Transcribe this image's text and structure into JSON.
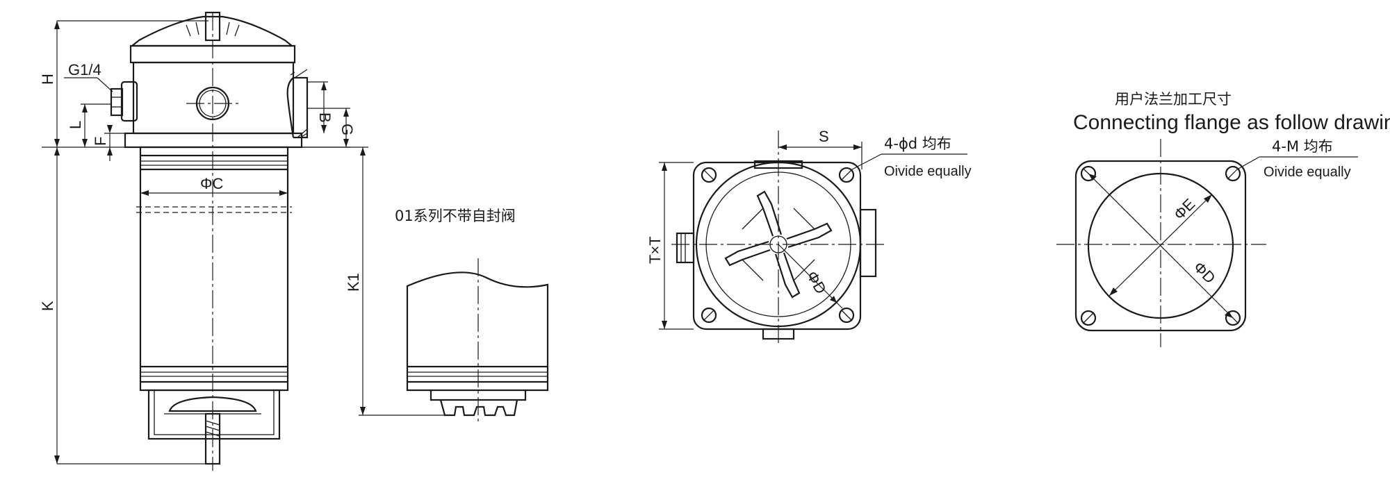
{
  "side_view": {
    "thread_label": "G1/4",
    "dim_H": "H",
    "dim_L": "L",
    "dim_F": "F",
    "dim_B": "B",
    "dim_G": "G",
    "dim_C": "ΦC",
    "dim_K": "K",
    "dim_K1": "K1"
  },
  "variant": {
    "note": "01系列不带自封阀"
  },
  "top_view": {
    "dim_S": "S",
    "dim_TxT": "T×T",
    "dim_D": "ΦD",
    "holes_label": "4-ϕd 均布",
    "holes_note": "Oivide equally"
  },
  "flange_view": {
    "title_cn": "用户法兰加工尺寸",
    "title_en": "Connecting flange as follow drawing",
    "dim_E": "ΦE",
    "dim_D": "ΦD",
    "holes_label": "4-M 均布",
    "holes_note": "Oivide equally"
  }
}
